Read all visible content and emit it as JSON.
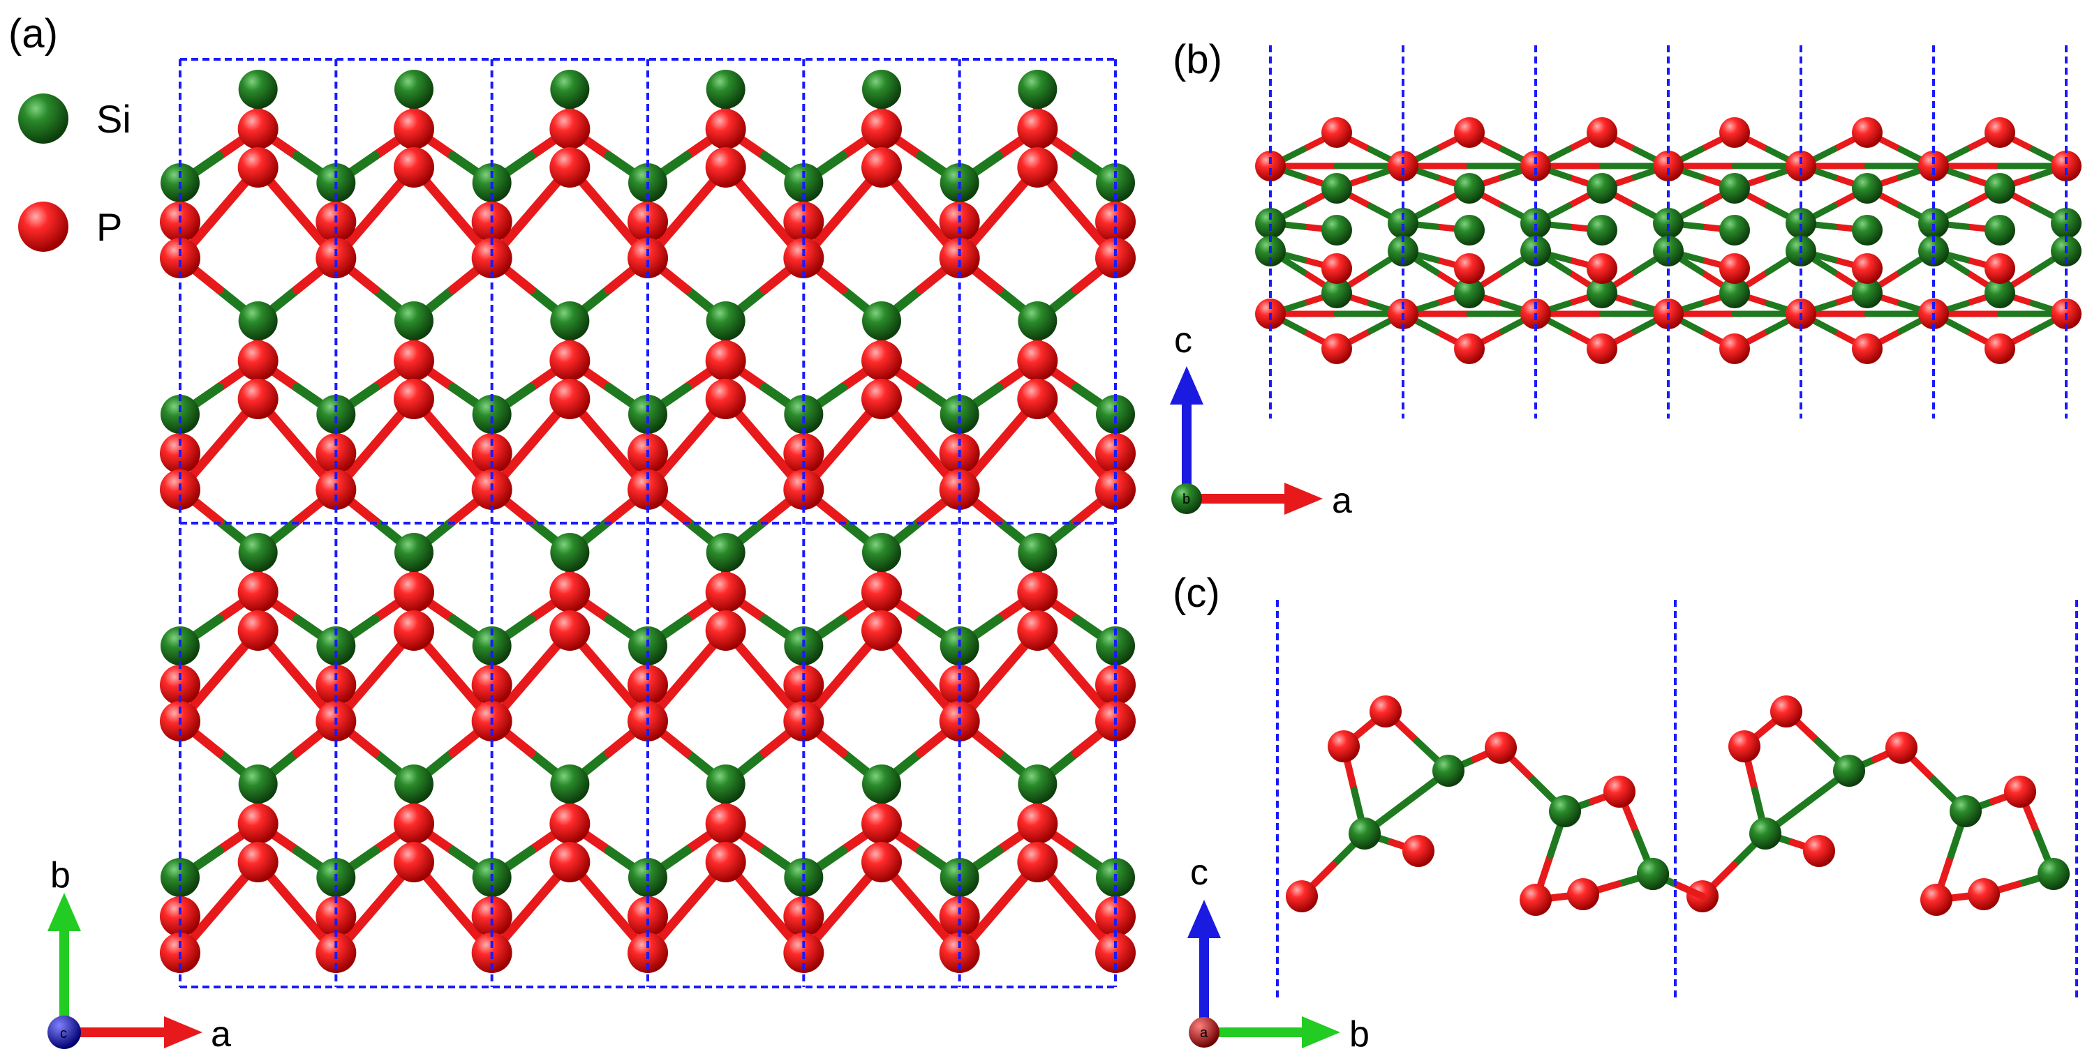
{
  "panels": {
    "a": {
      "label": "(a)"
    },
    "b": {
      "label": "(b)"
    },
    "c": {
      "label": "(c)"
    }
  },
  "legend": [
    {
      "symbol": "Si",
      "color": "#1f7a1f"
    },
    {
      "symbol": "P",
      "color": "#e8191b"
    }
  ],
  "axes": {
    "a": {
      "vertical": "b",
      "horizontal": "a",
      "origin": "c"
    },
    "b": {
      "vertical": "c",
      "horizontal": "a",
      "origin": "b"
    },
    "c": {
      "vertical": "c",
      "horizontal": "b",
      "origin": "a"
    }
  },
  "colors": {
    "si": "#1f7a1f",
    "p": "#e8191b",
    "cell_line": "#1a1aff",
    "axis_a": "#e8191b",
    "axis_b": "#22cc22",
    "axis_c": "#1a1ae0"
  }
}
